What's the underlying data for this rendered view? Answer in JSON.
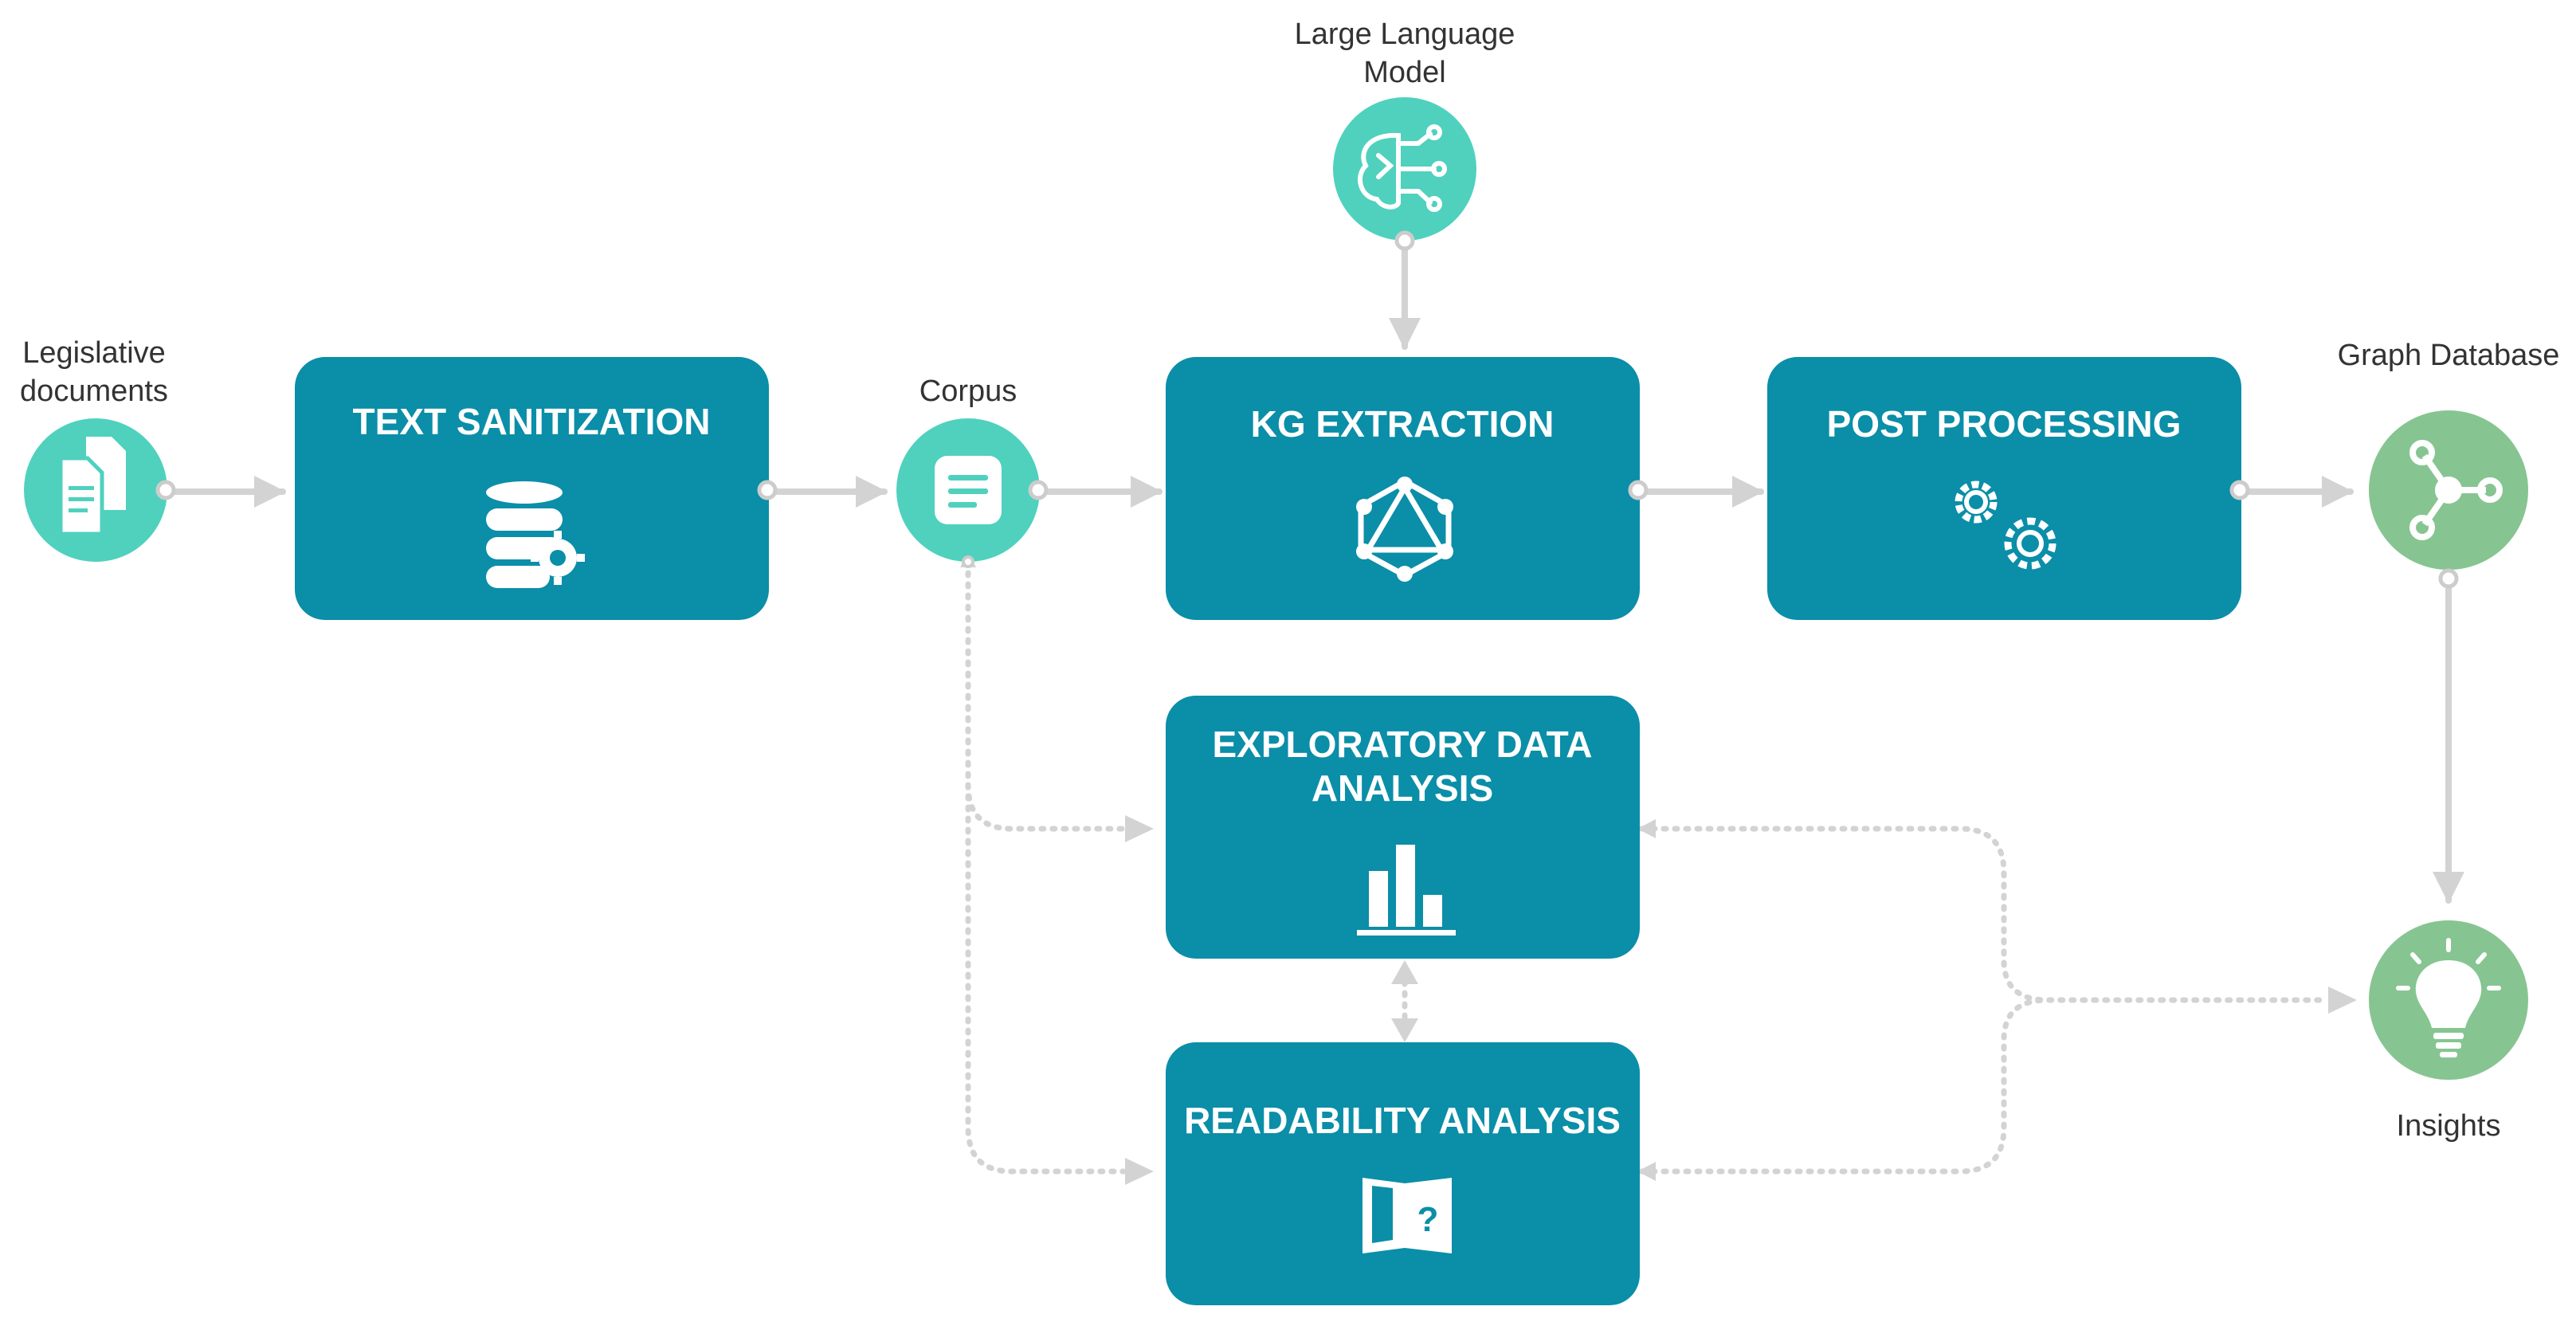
{
  "colors": {
    "process_box": "#0b8ea8",
    "teal_node": "#4fd1be",
    "green_node": "#86c591",
    "connector": "#d3d3d3",
    "text_dark": "#333333",
    "text_light": "#ffffff"
  },
  "nodes": {
    "legislative_documents": {
      "label_line1": "Legislative",
      "label_line2": "documents",
      "icon": "documents-icon"
    },
    "corpus": {
      "label": "Corpus",
      "icon": "document-lines-icon"
    },
    "llm": {
      "label_line1": "Large Language",
      "label_line2": "Model",
      "icon": "brain-circuit-icon"
    },
    "graph_database": {
      "label": "Graph Database",
      "icon": "graph-share-icon"
    },
    "insights": {
      "label": "Insights",
      "icon": "lightbulb-icon"
    }
  },
  "processes": {
    "text_sanitization": {
      "title": "TEXT SANITIZATION",
      "icon": "database-gear-icon"
    },
    "kg_extraction": {
      "title": "KG EXTRACTION",
      "icon": "graph-triangle-icon"
    },
    "post_processing": {
      "title": "POST PROCESSING",
      "icon": "gears-icon"
    },
    "exploratory_data_analysis": {
      "title_line1": "EXPLORATORY DATA",
      "title_line2": "ANALYSIS",
      "icon": "bar-chart-icon"
    },
    "readability_analysis": {
      "title": "READABILITY ANALYSIS",
      "icon": "book-question-icon"
    }
  }
}
